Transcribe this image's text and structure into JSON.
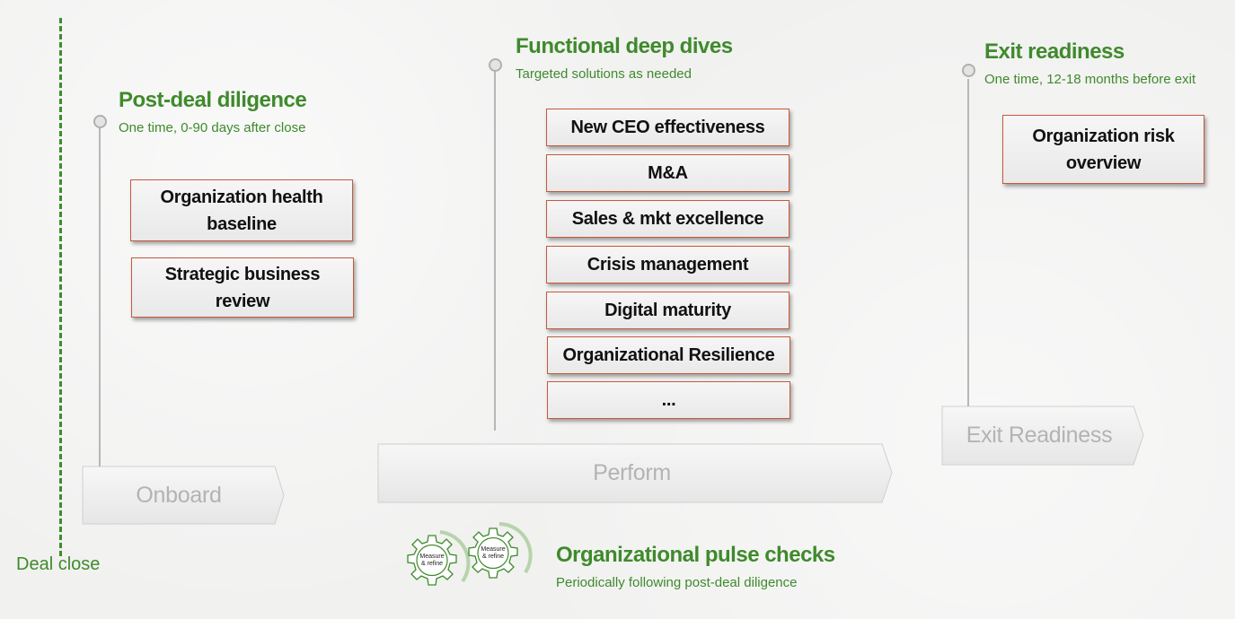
{
  "deal_close": {
    "label": "Deal close"
  },
  "phases": [
    {
      "label": "Onboard"
    },
    {
      "label": "Perform"
    },
    {
      "label": "Exit Readiness"
    }
  ],
  "sections": {
    "post_deal": {
      "title": "Post-deal diligence",
      "subtitle": "One time, 0-90 days after close",
      "items": [
        "Organization health baseline",
        "Strategic business review"
      ]
    },
    "functional": {
      "title": "Functional deep dives",
      "subtitle": "Targeted solutions as needed",
      "items": [
        "New CEO effectiveness",
        "M&A",
        "Sales & mkt excellence",
        "Crisis management",
        "Digital maturity",
        "Organizational Resilience",
        "..."
      ]
    },
    "exit": {
      "title": "Exit readiness",
      "subtitle": "One time, 12-18 months before exit",
      "items": [
        "Organization risk overview"
      ]
    }
  },
  "pulse": {
    "title": "Organizational pulse checks",
    "subtitle": "Periodically following post-deal diligence",
    "gear_label_1": "Measure",
    "gear_label_2": "& refine"
  },
  "colors": {
    "accent": "#3f8a2c",
    "box_border": "#c45a3c",
    "phase_text": "#b3b3b3"
  }
}
